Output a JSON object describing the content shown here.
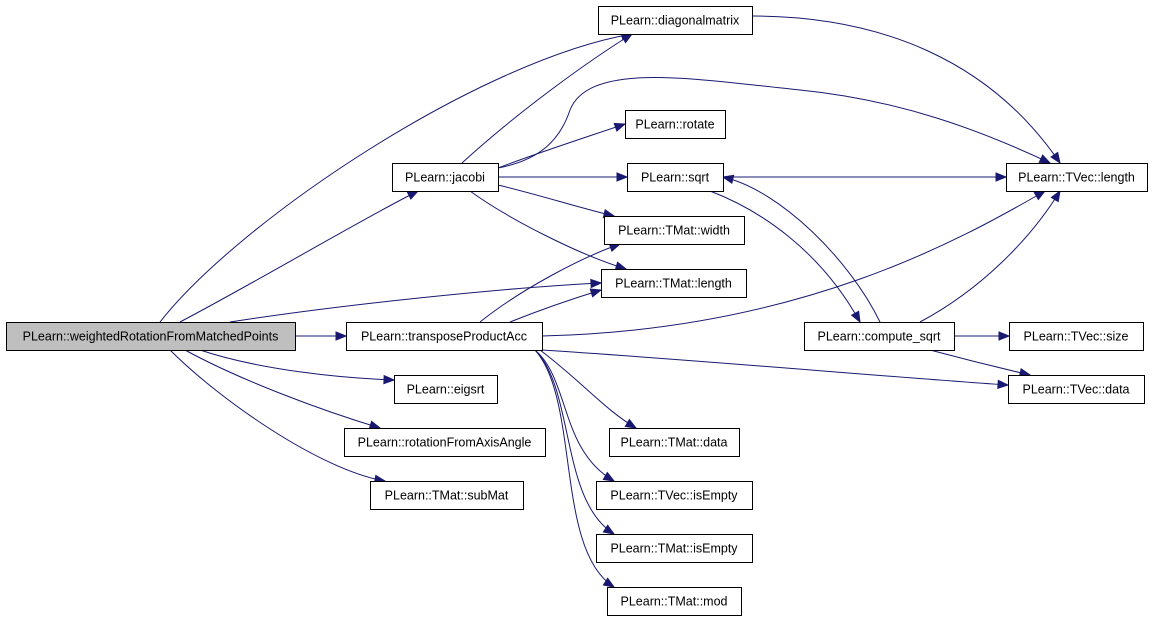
{
  "diagram": {
    "nodes": [
      {
        "id": "weightedRotationFromMatchedPoints",
        "label": "PLearn::weightedRotationFromMatchedPoints",
        "root": true
      },
      {
        "id": "diagonalmatrix",
        "label": "PLearn::diagonalmatrix"
      },
      {
        "id": "jacobi",
        "label": "PLearn::jacobi"
      },
      {
        "id": "rotate",
        "label": "PLearn::rotate"
      },
      {
        "id": "sqrt",
        "label": "PLearn::sqrt"
      },
      {
        "id": "TVec_length",
        "label": "PLearn::TVec::length"
      },
      {
        "id": "TMat_width",
        "label": "PLearn::TMat::width"
      },
      {
        "id": "TMat_length",
        "label": "PLearn::TMat::length"
      },
      {
        "id": "transposeProductAcc",
        "label": "PLearn::transposeProductAcc"
      },
      {
        "id": "compute_sqrt",
        "label": "PLearn::compute_sqrt"
      },
      {
        "id": "TVec_size",
        "label": "PLearn::TVec::size"
      },
      {
        "id": "TVec_data",
        "label": "PLearn::TVec::data"
      },
      {
        "id": "eigsrt",
        "label": "PLearn::eigsrt"
      },
      {
        "id": "rotationFromAxisAngle",
        "label": "PLearn::rotationFromAxisAngle"
      },
      {
        "id": "TMat_data",
        "label": "PLearn::TMat::data"
      },
      {
        "id": "TVec_isEmpty",
        "label": "PLearn::TVec::isEmpty"
      },
      {
        "id": "TMat_isEmpty",
        "label": "PLearn::TMat::isEmpty"
      },
      {
        "id": "subMat",
        "label": "PLearn::TMat::subMat"
      },
      {
        "id": "TMat_mod",
        "label": "PLearn::TMat::mod"
      }
    ],
    "edges": [
      {
        "from": "weightedRotationFromMatchedPoints",
        "to": "diagonalmatrix"
      },
      {
        "from": "weightedRotationFromMatchedPoints",
        "to": "jacobi"
      },
      {
        "from": "weightedRotationFromMatchedPoints",
        "to": "TMat_length"
      },
      {
        "from": "weightedRotationFromMatchedPoints",
        "to": "transposeProductAcc"
      },
      {
        "from": "weightedRotationFromMatchedPoints",
        "to": "eigsrt"
      },
      {
        "from": "weightedRotationFromMatchedPoints",
        "to": "rotationFromAxisAngle"
      },
      {
        "from": "weightedRotationFromMatchedPoints",
        "to": "subMat"
      },
      {
        "from": "jacobi",
        "to": "diagonalmatrix"
      },
      {
        "from": "jacobi",
        "to": "TVec_length"
      },
      {
        "from": "jacobi",
        "to": "rotate"
      },
      {
        "from": "jacobi",
        "to": "sqrt"
      },
      {
        "from": "jacobi",
        "to": "TMat_width"
      },
      {
        "from": "jacobi",
        "to": "TMat_length"
      },
      {
        "from": "diagonalmatrix",
        "to": "TVec_length"
      },
      {
        "from": "sqrt",
        "to": "TVec_length"
      },
      {
        "from": "sqrt",
        "to": "compute_sqrt"
      },
      {
        "from": "compute_sqrt",
        "to": "sqrt"
      },
      {
        "from": "compute_sqrt",
        "to": "TVec_length"
      },
      {
        "from": "compute_sqrt",
        "to": "TVec_size"
      },
      {
        "from": "compute_sqrt",
        "to": "TVec_data"
      },
      {
        "from": "transposeProductAcc",
        "to": "TMat_width"
      },
      {
        "from": "transposeProductAcc",
        "to": "TMat_length"
      },
      {
        "from": "transposeProductAcc",
        "to": "TVec_length"
      },
      {
        "from": "transposeProductAcc",
        "to": "TVec_data"
      },
      {
        "from": "transposeProductAcc",
        "to": "TMat_data"
      },
      {
        "from": "transposeProductAcc",
        "to": "TVec_isEmpty"
      },
      {
        "from": "transposeProductAcc",
        "to": "TMat_isEmpty"
      },
      {
        "from": "transposeProductAcc",
        "to": "TMat_mod"
      }
    ]
  }
}
